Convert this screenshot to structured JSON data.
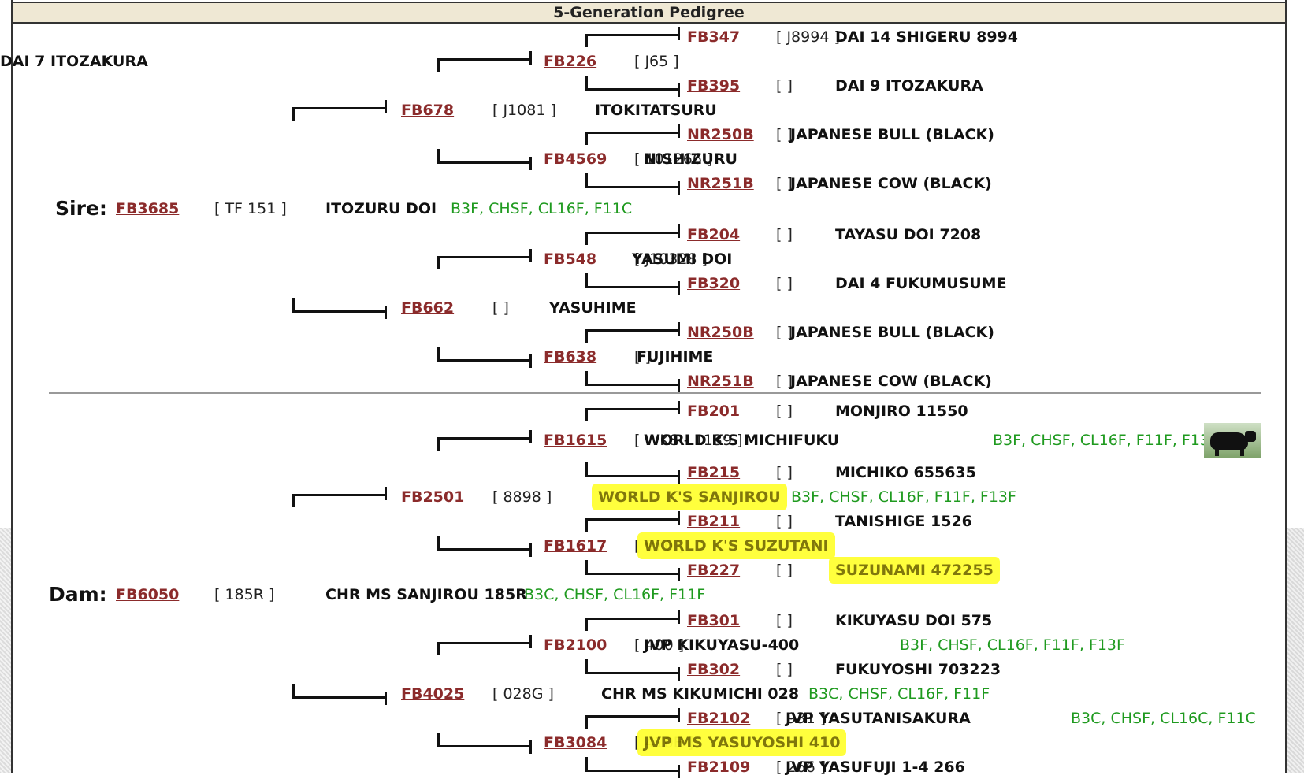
{
  "page_title": "5-Generation Pedigree",
  "sire": {
    "label": "Sire:",
    "id": "FB3685",
    "reg": "[ TF 151 ]",
    "name": "ITOZURU DOI",
    "traits": "B3F, CHSF, CL16F, F11C",
    "sire": {
      "id": "FB678",
      "reg": "[ J1081 ]",
      "name": "ITOKITATSURU",
      "sire": {
        "id": "FB226",
        "reg": "[ J65 ]",
        "name": "DAI 7 ITOZAKURA",
        "sire": {
          "id": "FB347",
          "reg": "[ J8994 ]",
          "name": "DAI 14 SHIGERU 8994"
        },
        "dam": {
          "id": "FB395",
          "reg": "[ ]",
          "name": "DAI 9 ITOZAKURA"
        }
      },
      "dam": {
        "id": "FB4569",
        "reg": "[ 101266 ]",
        "name": "NISHIZURU",
        "sire": {
          "id": "NR250B",
          "reg": "[ ]",
          "name": "JAPANESE BULL (BLACK)"
        },
        "dam": {
          "id": "NR251B",
          "reg": "[ ]",
          "name": "JAPANESE COW (BLACK)"
        }
      }
    },
    "dam": {
      "id": "FB662",
      "reg": "[ ]",
      "name": "YASUHIME",
      "sire": {
        "id": "FB548",
        "reg": "[ J10328 ]",
        "name": "YASUMI DOI",
        "sire": {
          "id": "FB204",
          "reg": "[ ]",
          "name": "TAYASU DOI 7208"
        },
        "dam": {
          "id": "FB320",
          "reg": "[ ]",
          "name": "DAI 4 FUKUMUSUME"
        }
      },
      "dam": {
        "id": "FB638",
        "reg": "[ ]",
        "name": "FUJIHIME",
        "sire": {
          "id": "NR250B",
          "reg": "[ ]",
          "name": "JAPANESE BULL (BLACK)"
        },
        "dam": {
          "id": "NR251B",
          "reg": "[ ]",
          "name": "JAPANESE COW (BLACK)"
        }
      }
    }
  },
  "dam": {
    "label": "Dam:",
    "id": "FB6050",
    "reg": "[ 185R ]",
    "name": "CHR MS SANJIROU 185R",
    "traits": "B3C, CHSF, CL16F, F11F",
    "sire": {
      "id": "FB2501",
      "reg": "[ 8898 ]",
      "name": "WORLD K'S SANJIROU",
      "traits": "B3F, CHSF, CL16F, F11F, F13F",
      "sire": {
        "id": "FB1615",
        "reg": "[ WKS - 1139 ]",
        "name": "WORLD K'S MICHIFUKU",
        "traits": "B3F, CHSF, CL16F, F11F, F13F",
        "sire": {
          "id": "FB201",
          "reg": "[ ]",
          "name": "MONJIRO 11550"
        },
        "dam": {
          "id": "FB215",
          "reg": "[ ]",
          "name": "MICHIKO 655635"
        }
      },
      "dam": {
        "id": "FB1617",
        "reg": "[ 976 ]",
        "name": "WORLD K'S SUZUTANI",
        "sire": {
          "id": "FB211",
          "reg": "[ ]",
          "name": "TANISHIGE 1526"
        },
        "dam": {
          "id": "FB227",
          "reg": "[ ]",
          "name": "SUZUNAMI 472255"
        }
      }
    },
    "dam": {
      "id": "FB4025",
      "reg": "[ 028G ]",
      "name": "CHR MS KIKUMICHI 028",
      "traits": "B3C, CHSF, CL16F, F11F",
      "sire": {
        "id": "FB2100",
        "reg": "[ 400 ]",
        "name": "JVP KIKUYASU-400",
        "traits": "B3F, CHSF, CL16F, F11F, F13F",
        "sire": {
          "id": "FB301",
          "reg": "[ ]",
          "name": "KIKUYASU DOI 575"
        },
        "dam": {
          "id": "FB302",
          "reg": "[ ]",
          "name": "FUKUYOSHI 703223"
        }
      },
      "dam": {
        "id": "FB3084",
        "reg": "[ 410E ]",
        "name": "JVP MS YASUYOSHI 410",
        "sire": {
          "id": "FB2102",
          "reg": "[ 931 ]",
          "name": "JVP YASUTANISAKURA",
          "traits": "B3C, CHSF, CL16C, F11C"
        },
        "dam": {
          "id": "FB2109",
          "reg": "[ 266 ]",
          "name": "JVP YASUFUJI 1-4 266"
        }
      }
    }
  },
  "highlight_color": "#ffff33",
  "link_color": "#8b2b2b",
  "trait_color": "#1f9a1f",
  "thumbnail_icon": "black-bull-photo"
}
